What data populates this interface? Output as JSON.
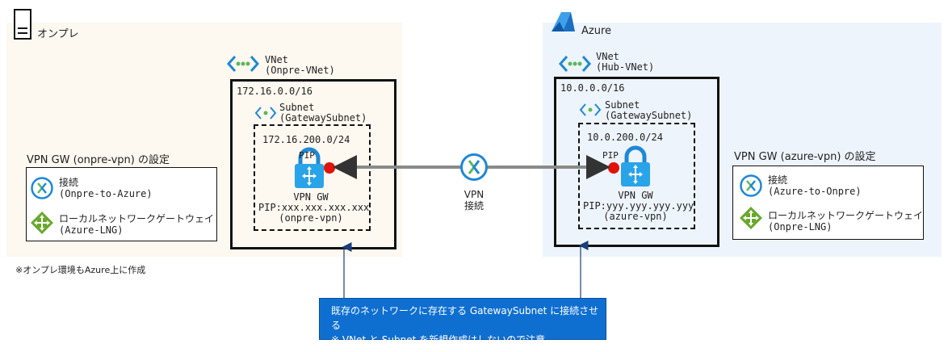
{
  "onprem": {
    "title": "オンプレ",
    "vnet_name": "VNet",
    "vnet_sub": "(Onpre-VNet)",
    "address": "172.16.0.0/16",
    "subnet_name": "Subnet",
    "subnet_sub": "(GatewaySubnet)",
    "subnet_address": "172.16.200.0/24",
    "pip_label": "PIP",
    "gw_name": "VPN GW",
    "gw_pip": "PIP:xxx.xxx.xxx.xxx",
    "gw_id": "(onpre-vpn)",
    "settings_title": "VPN GW (onpre-vpn) の設定",
    "connection_label": "接続",
    "connection_name": "(Onpre-to-Azure)",
    "lng_label": "ローカルネットワークゲートウェイ",
    "lng_name": "(Azure-LNG)",
    "note": "※オンプレ環境もAzure上に作成"
  },
  "azure": {
    "title": "Azure",
    "vnet_name": "VNet",
    "vnet_sub": "(Hub-VNet)",
    "address": "10.0.0.0/16",
    "subnet_name": "Subnet",
    "subnet_sub": "(GatewaySubnet)",
    "subnet_address": "10.0.200.0/24",
    "pip_label": "PIP",
    "gw_name": "VPN GW",
    "gw_pip": "PIP:yyy.yyy.yyy.yyy",
    "gw_id": "(azure-vpn)",
    "settings_title": "VPN GW (azure-vpn) の設定",
    "connection_label": "接続",
    "connection_name": "(Azure-to-Onpre)",
    "lng_label": "ローカルネットワークゲートウェイ",
    "lng_name": "(Onpre-LNG)"
  },
  "vpn": {
    "label_line1": "VPN",
    "label_line2": "接続"
  },
  "callout": {
    "line1": "既存のネットワークに存在する GatewaySubnet に接続させる",
    "line2": "※ VNet と Subnet を新規作成はしないので注意"
  },
  "colors": {
    "onprem_bg": "#fdf8f0",
    "azure_bg": "#eef4fb",
    "callout_bg": "#0f6fd1",
    "pip_dot": "#e0140c",
    "connector": "#8a8a8a",
    "icon_blue": "#1e88d6",
    "lng_green": "#6aa82d",
    "vnet_green": "#5bb85b"
  },
  "icons": {
    "server": "server-icon",
    "azure": "azure-logo-icon",
    "vnet": "vnet-icon",
    "subnet": "subnet-icon",
    "gateway": "lock-gateway-icon",
    "connection": "connection-icon",
    "lng": "local-network-gateway-icon"
  }
}
